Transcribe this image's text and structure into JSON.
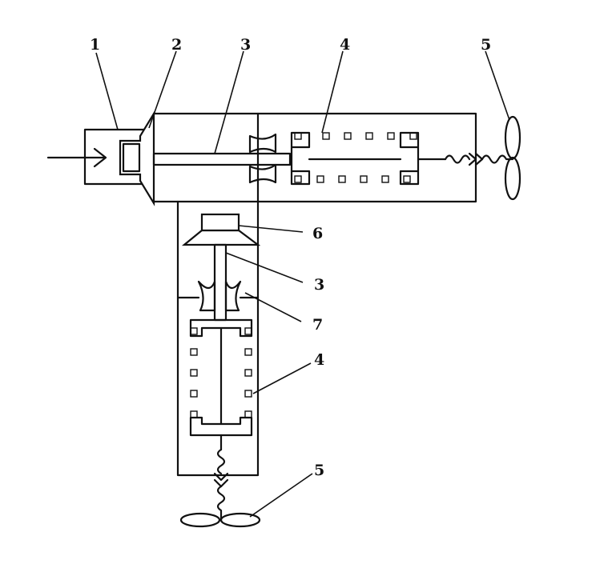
{
  "labels": {
    "l1": "1",
    "l2": "2",
    "l3_top": "3",
    "l4_top": "4",
    "l5_top": "5",
    "l6": "6",
    "l3_mid": "3",
    "l7": "7",
    "l4_mid": "4",
    "l5_bot": "5"
  },
  "colors": {
    "ink": "#111111",
    "paper": "#ffffff"
  }
}
